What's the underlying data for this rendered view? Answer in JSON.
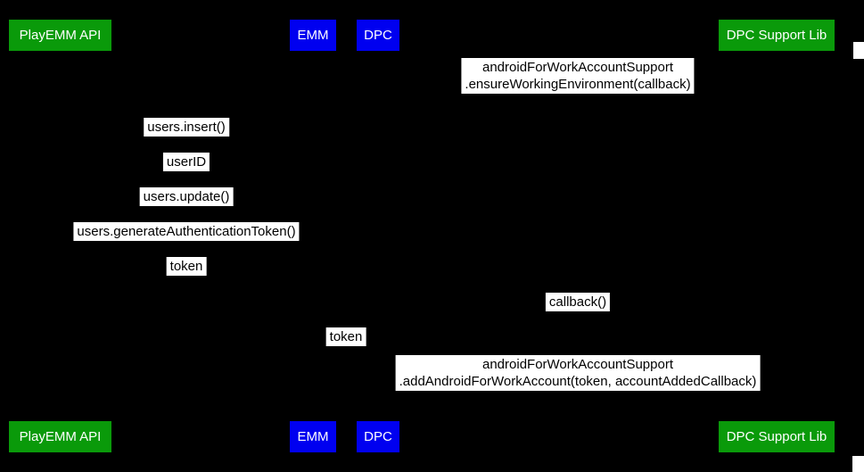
{
  "canvas": {
    "background": "#000000"
  },
  "palette": {
    "background": "#000000",
    "green": "#0a9a0a",
    "blue": "#0000f0",
    "label_bg": "#ffffff",
    "label_text": "#000000",
    "participant_text": "#ffffff"
  },
  "diagram_type": "sequence-diagram",
  "participants": {
    "playemm": {
      "label": "PlayEMM API",
      "color": "green"
    },
    "emm": {
      "label": "EMM",
      "color": "blue"
    },
    "dpc": {
      "label": "DPC",
      "color": "blue"
    },
    "dpclib": {
      "label": "DPC Support Lib",
      "color": "green"
    }
  },
  "messages": {
    "ensure_env": {
      "line1": "androidForWorkAccountSupport",
      "line2": ".ensureWorkingEnvironment(callback)",
      "from": "DPC",
      "to": "DPC Support Lib"
    },
    "users_insert": {
      "text": "users.insert()",
      "from": "EMM",
      "to": "PlayEMM API"
    },
    "user_id": {
      "text": "userID",
      "from": "PlayEMM API",
      "to": "EMM"
    },
    "users_update": {
      "text": "users.update()",
      "from": "EMM",
      "to": "PlayEMM API"
    },
    "gen_token": {
      "text": "users.generateAuthenticationToken()",
      "from": "EMM",
      "to": "PlayEMM API"
    },
    "token_return": {
      "text": "token",
      "from": "PlayEMM API",
      "to": "EMM"
    },
    "callback": {
      "text": "callback()",
      "from": "DPC Support Lib",
      "to": "DPC"
    },
    "token_pass": {
      "text": "token",
      "from": "EMM",
      "to": "DPC"
    },
    "add_account": {
      "line1": "androidForWorkAccountSupport",
      "line2": ".addAndroidForWorkAccount(token, accountAddedCallback)",
      "from": "DPC",
      "to": "DPC Support Lib"
    }
  }
}
